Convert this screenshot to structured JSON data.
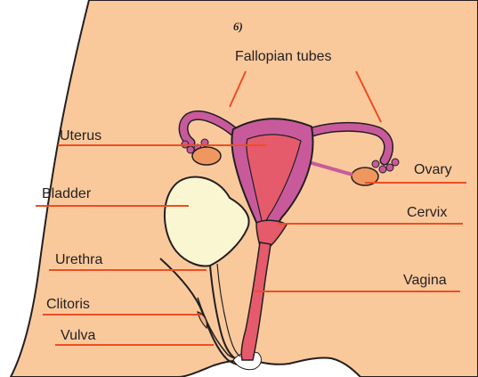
{
  "figure_mark": "6)",
  "labels": {
    "fallopian_tubes": "Fallopian tubes",
    "uterus": "Uterus",
    "bladder": "Bladder",
    "urethra": "Urethra",
    "clitoris": "Clitoris",
    "vulva": "Vulva",
    "ovary": "Ovary",
    "cervix": "Cervix",
    "vagina": "Vagina"
  },
  "colors": {
    "skin": "#f9c99c",
    "uterus_wall": "#c85a9c",
    "uterus_inner": "#e55b6c",
    "bladder": "#fbf6d2",
    "ovary": "#f0975f",
    "leader_line": "#ee4e22",
    "outline": "#231f20"
  }
}
